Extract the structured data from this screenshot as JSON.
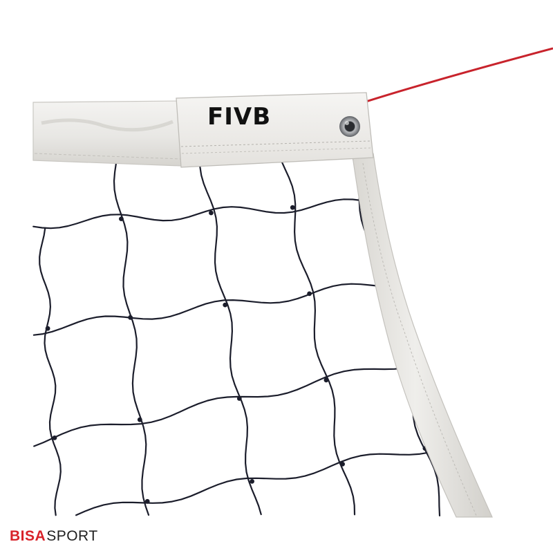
{
  "product": {
    "tag_logo_text": "FIVB"
  },
  "brand": {
    "part_1": "BISA",
    "part_2": "SPORT"
  },
  "colors": {
    "background": "#ffffff",
    "net_cord": "#1b1d2b",
    "tape": "#ecebe8",
    "tape_shadow": "#cfcdc8",
    "tag": "#f1efec",
    "cable": "#c8232c",
    "grommet": "#8d8f92",
    "brand_red": "#d8232a",
    "brand_dark": "#1f1f1f"
  },
  "icons": [
    "fivb-logo-icon",
    "grommet-icon",
    "net-mesh-icon"
  ]
}
